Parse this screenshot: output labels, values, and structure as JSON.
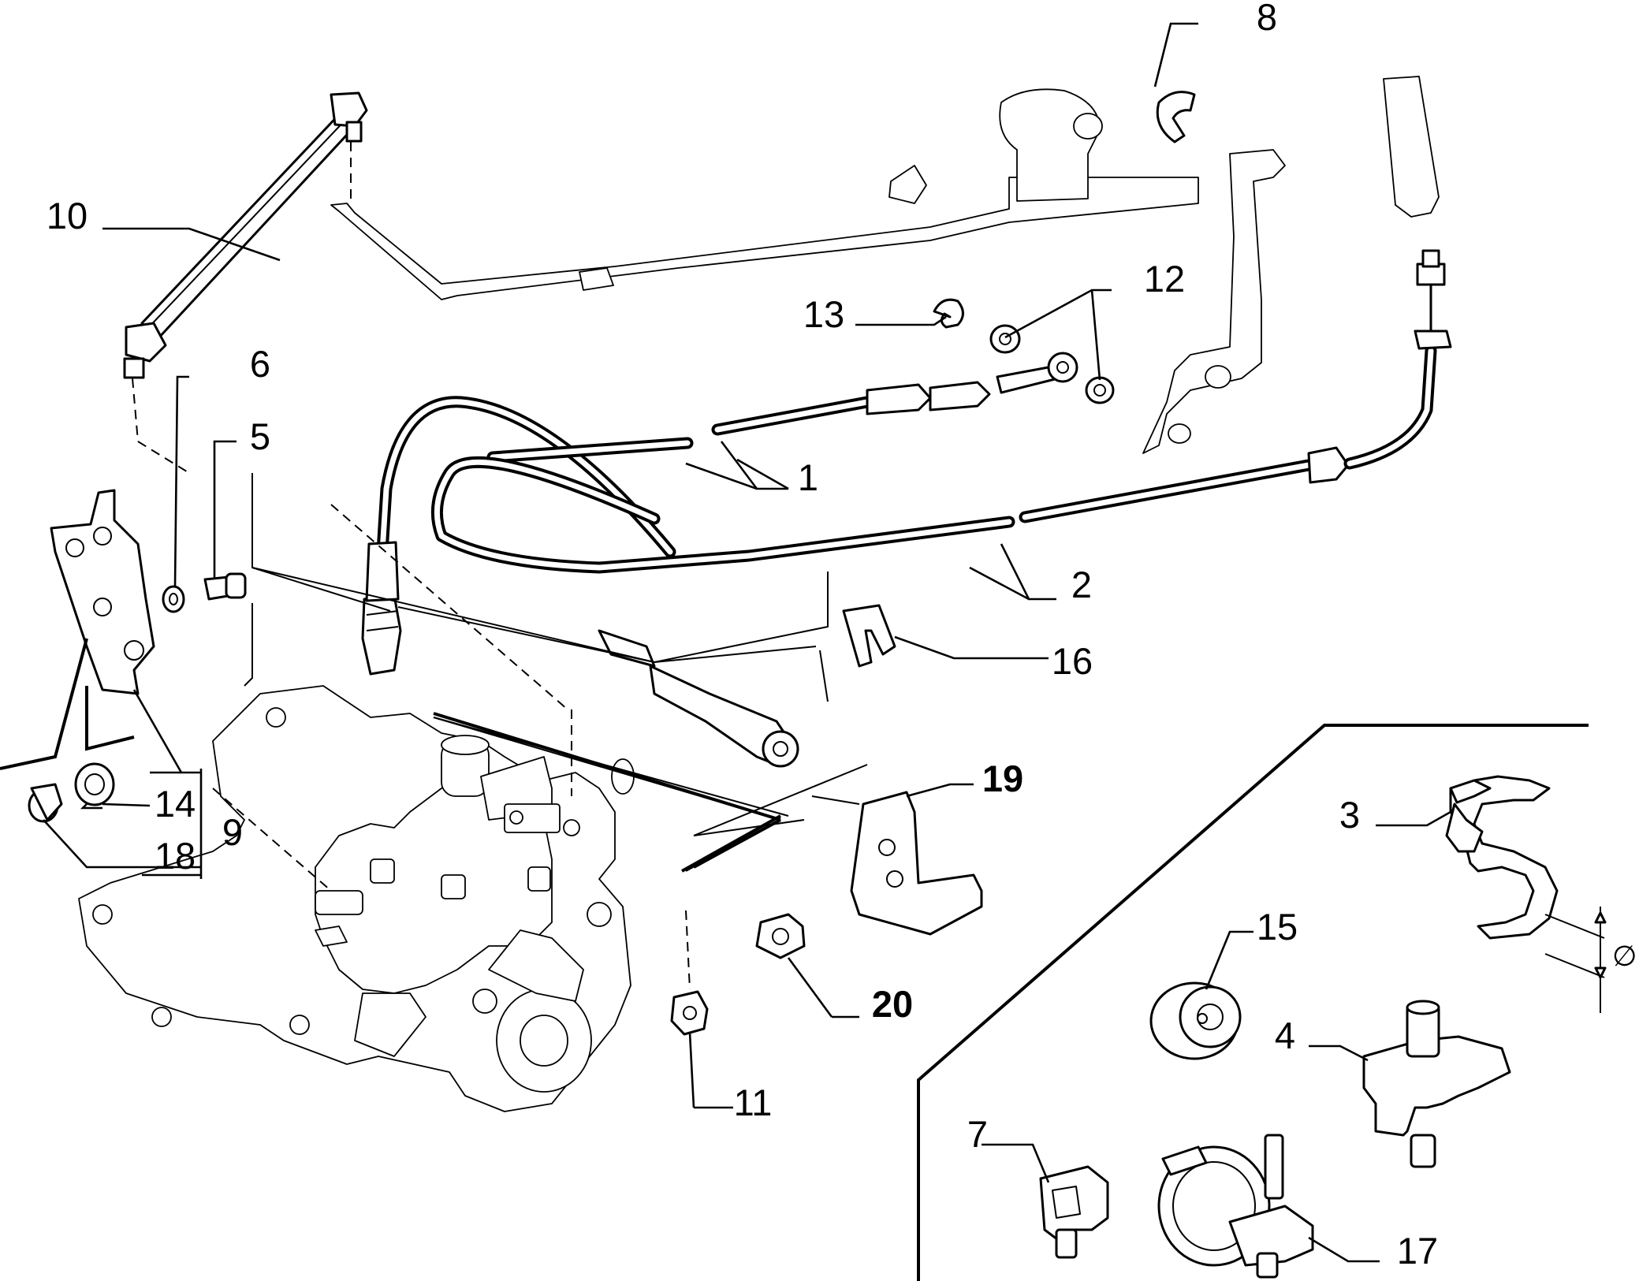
{
  "callouts": {
    "c1": "1",
    "c2": "2",
    "c3": "3",
    "c4": "4",
    "c5": "5",
    "c6": "6",
    "c7": "7",
    "c8": "8",
    "c9": "9",
    "c10": "10",
    "c11": "11",
    "c12": "12",
    "c13": "13",
    "c14": "14",
    "c15": "15",
    "c16": "16",
    "c17": "17",
    "c18": "18",
    "c19": "19",
    "c20": "20"
  },
  "diameter_symbol": "∅"
}
